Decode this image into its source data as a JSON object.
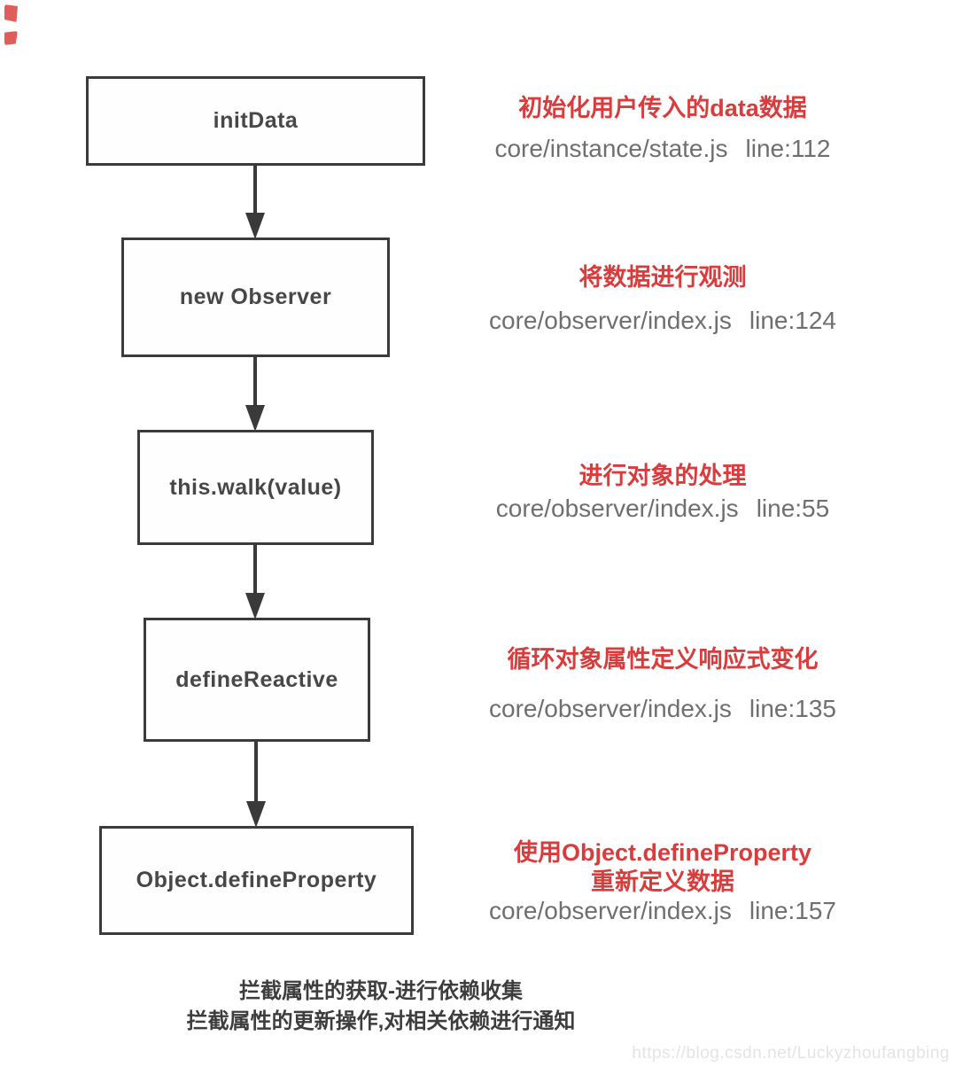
{
  "flow": {
    "nodes": [
      {
        "label": "initData",
        "note": "初始化用户传入的data数据",
        "path": "core/instance/state.js",
        "line": "line:112"
      },
      {
        "label": "new Observer",
        "note": "将数据进行观测",
        "path": "core/observer/index.js",
        "line": "line:124"
      },
      {
        "label": "this.walk(value)",
        "note": "进行对象的处理",
        "path": "core/observer/index.js",
        "line": "line:55"
      },
      {
        "label": "defineReactive",
        "note": "循环对象属性定义响应式变化",
        "path": "core/observer/index.js",
        "line": "line:135"
      },
      {
        "label": "Object.defineProperty",
        "note": "使用Object.defineProperty",
        "note2": "重新定义数据",
        "path": "core/observer/index.js",
        "line": "line:157"
      }
    ],
    "footer": {
      "line1": "拦截属性的获取-进行依赖收集",
      "line2": "拦截属性的更新操作,对相关依赖进行通知"
    }
  },
  "page": {
    "watermark": "https://blog.csdn.net/Luckyzhoufangbing"
  },
  "colors": {
    "annotation_red": "#d93c3c",
    "box_border": "#3b3b3b",
    "path_gray": "#6f6f6f"
  }
}
